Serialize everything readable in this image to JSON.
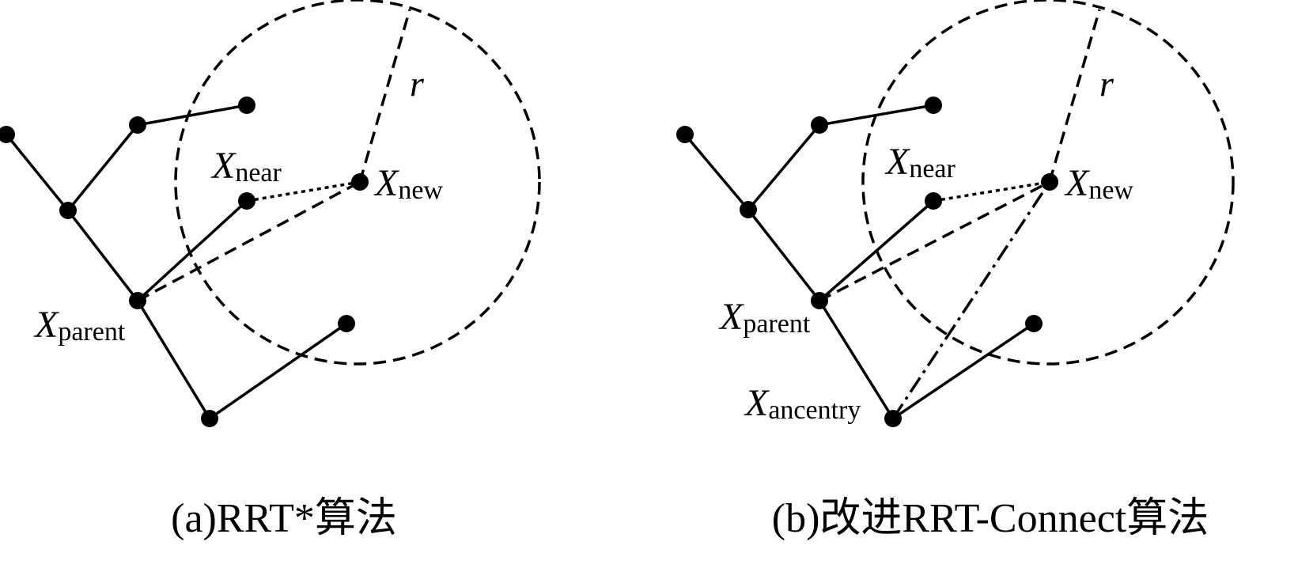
{
  "panels": [
    {
      "caption": "(a)RRT*算法",
      "labels": {
        "radius": "r",
        "near_main": "X",
        "near_sub": "near",
        "new_main": "X",
        "new_sub": "new",
        "parent_main": "X",
        "parent_sub": "parent"
      }
    },
    {
      "caption": "(b)改进RRT-Connect算法",
      "labels": {
        "radius": "r",
        "near_main": "X",
        "near_sub": "near",
        "new_main": "X",
        "new_sub": "new",
        "parent_main": "X",
        "parent_sub": "parent",
        "ancentry_main": "X",
        "ancentry_sub": "ancentry"
      }
    }
  ]
}
